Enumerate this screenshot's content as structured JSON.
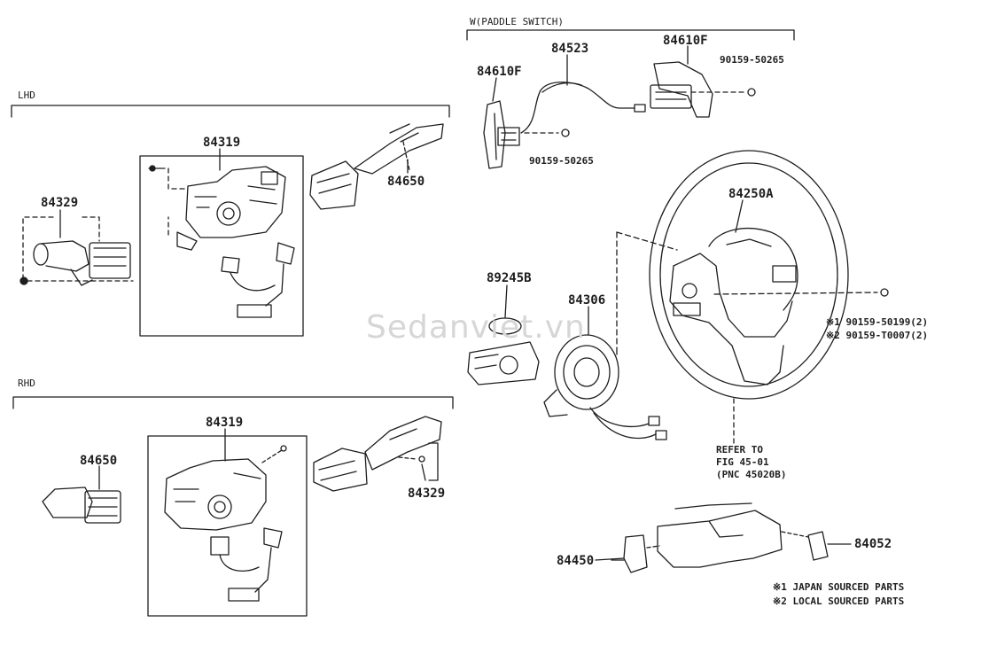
{
  "groups": {
    "lhd": "LHD",
    "rhd": "RHD",
    "paddle": "W(PADDLE SWITCH)"
  },
  "parts": {
    "p84329_lhd": "84329",
    "p84319_lhd": "84319",
    "p84650_lhd": "84650",
    "p84610f_left": "84610F",
    "p84523": "84523",
    "p84610f_right": "84610F",
    "p90159_50265_top": "90159-50265",
    "p90159_50265_low": "90159-50265",
    "p84250a": "84250A",
    "p89245b": "89245B",
    "p84306": "84306",
    "p84650_rhd": "84650",
    "p84319_rhd": "84319",
    "p84329_rhd": "84329",
    "p84450": "84450",
    "p84052": "84052"
  },
  "bolt_notes": {
    "line1": "※1 90159-50199(2)",
    "line2": "※2 90159-T0007(2)"
  },
  "refer": {
    "line1": "REFER TO",
    "line2": "FIG 45-01",
    "line3": "(PNC 45020B)"
  },
  "legend": {
    "line1": "※1 JAPAN SOURCED PARTS",
    "line2": "※2 LOCAL SOURCED PARTS"
  },
  "watermark": "Sedanviet.vn"
}
